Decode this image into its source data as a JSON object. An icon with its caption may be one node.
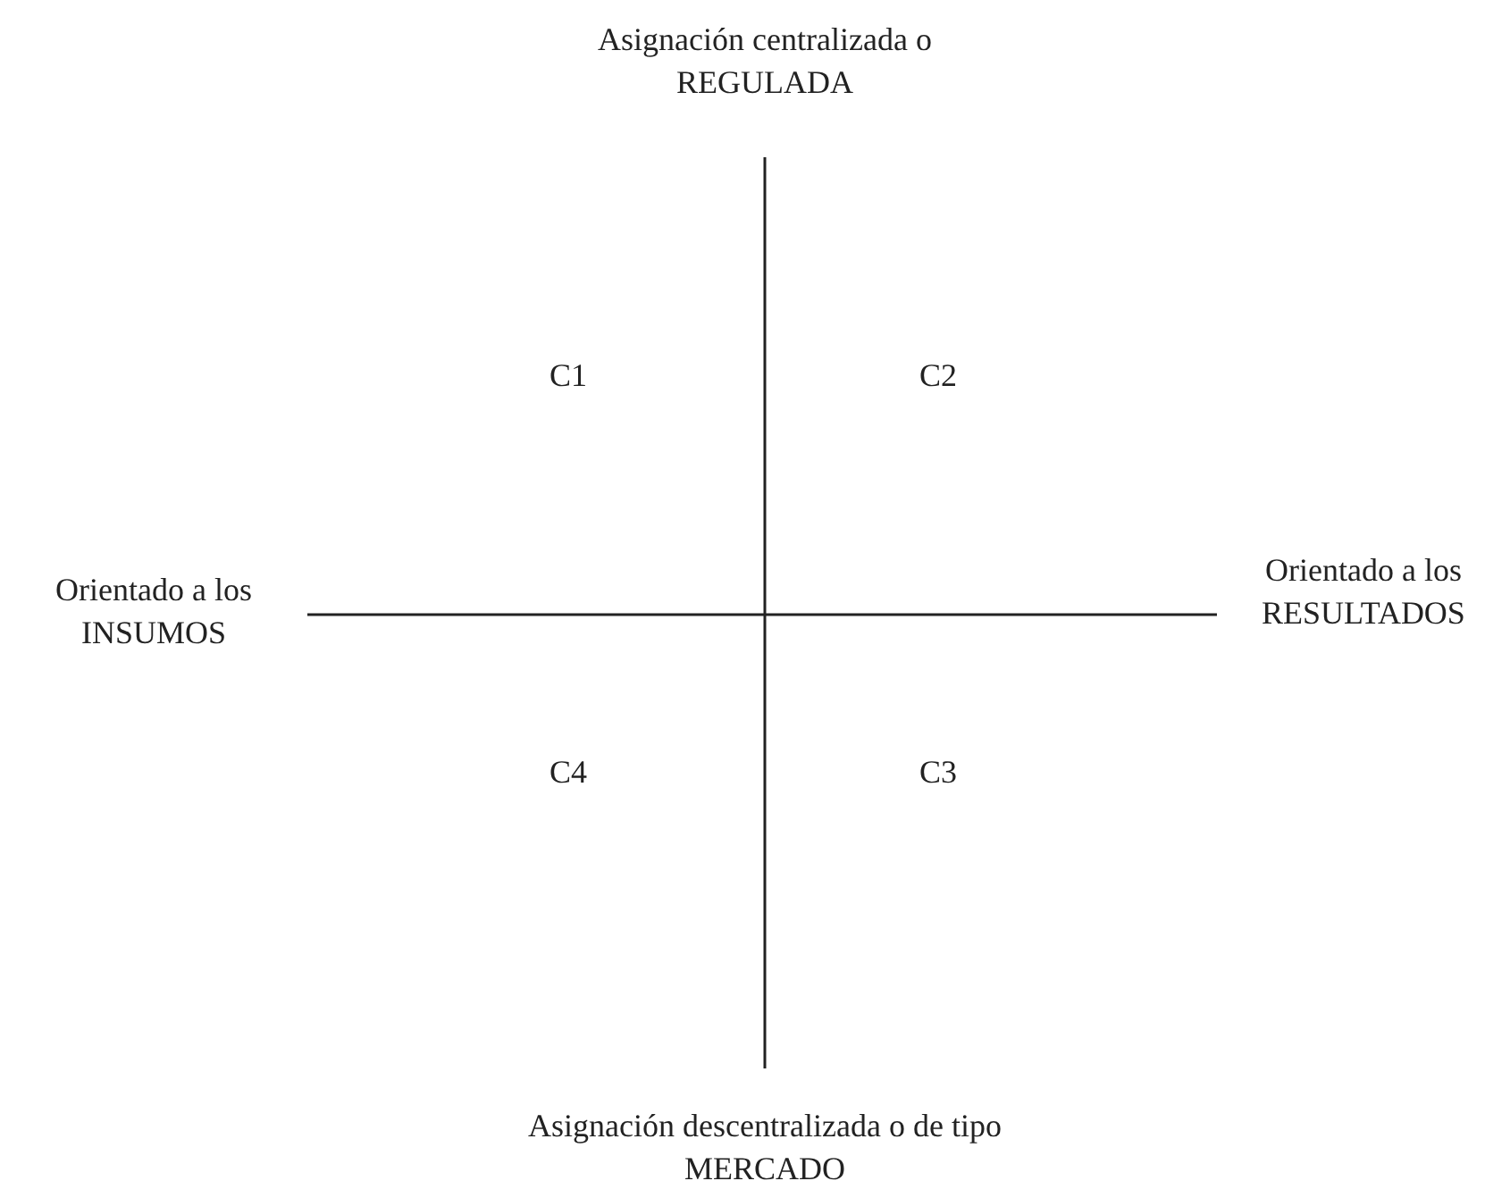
{
  "diagram": {
    "labels": [
      "Asignación centralizada o REGULADA",
      "C1",
      "C2",
      "Orientado a los INSUMOS",
      "Orientado a los RESULTADOS",
      "C4",
      "C3",
      "Asignación descentralizada o de tipo MERCADO"
    ]
  }
}
